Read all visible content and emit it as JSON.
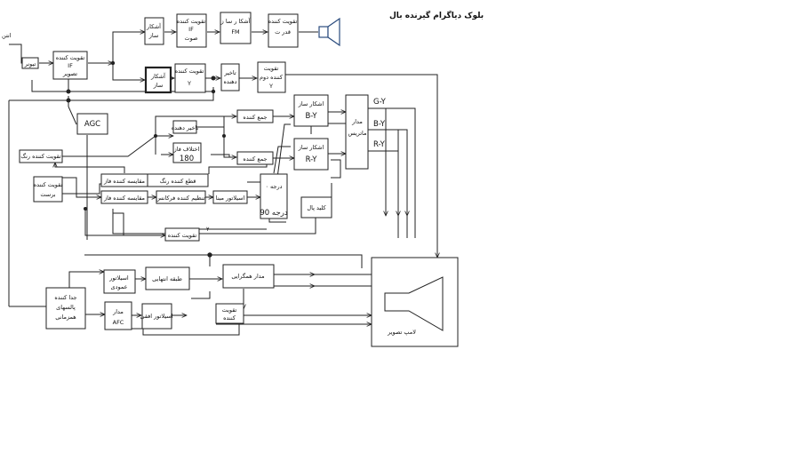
{
  "title": "بلوک دیاگرام گیرنده بال",
  "antenna": "انتن",
  "blocks": {
    "tuner": "تیونر",
    "if_amp": [
      "تقویت کننده",
      "IF",
      "تصویر"
    ],
    "snd_det": [
      "آشکار",
      "ساز"
    ],
    "snd_if_amp": [
      "تقویت کننده",
      "IF",
      "صوت"
    ],
    "fm_det": [
      "آشکا ر سا ز",
      "FM"
    ],
    "audio_pwr": [
      "تقویت کننده",
      "قدر ت"
    ],
    "video_det": [
      "آشکار",
      "ساز"
    ],
    "y_amp": [
      "تقویت کننده",
      "Y"
    ],
    "y_delay": [
      "تاخیر",
      "دهنده"
    ],
    "y_amp2": [
      "تقویت",
      "کننده دوم",
      "Y"
    ],
    "agc": "AGC",
    "chroma_amp": "تقویت کننده رنگ",
    "delay_line": "تاخیر دهنده",
    "phase_180": [
      "اختلاف فاز",
      "180"
    ],
    "adder_top": "جمع کننده",
    "adder_bot": "جمع کننده",
    "det_by": [
      "اشکار ساز",
      "B-Y"
    ],
    "det_ry": [
      "اشکار ساز",
      "R-Y"
    ],
    "matrix": [
      "مدار",
      "ماتریس"
    ],
    "burst_amp": [
      "تقویت کننده",
      "برست"
    ],
    "color_killer": "قطع کننده رنگ",
    "phase_cmp1": "مقایسه کننده فاز",
    "freq_ctrl": "تنظیم کننده فرکانس",
    "phase_cmp2": "مقایسه کننده فاز",
    "ref_osc": "اسیلاتور مبنا",
    "phase_shift": [
      "۰ درجه",
      "90 درجه"
    ],
    "pal_switch": "کلید پال",
    "amp_bottom": "تقویت کننده",
    "sync_sep": [
      "جدا کننده",
      "پالسهای",
      "همزمانی"
    ],
    "vert_osc": [
      "اسیلاتور",
      "عمودی"
    ],
    "final_stage": "طبقه انتهایی",
    "deflect": "مدار همگرایی",
    "afc": [
      "مدار",
      "AFC"
    ],
    "horiz_osc": "اسیلاتور افقی",
    "horiz_amp": [
      "تقویت",
      "کننده"
    ],
    "crt": "لامپ تصویر"
  },
  "outputs": {
    "gy": "G-Y",
    "by": "B-Y",
    "ry": "R-Y"
  },
  "small_mark": "۲"
}
